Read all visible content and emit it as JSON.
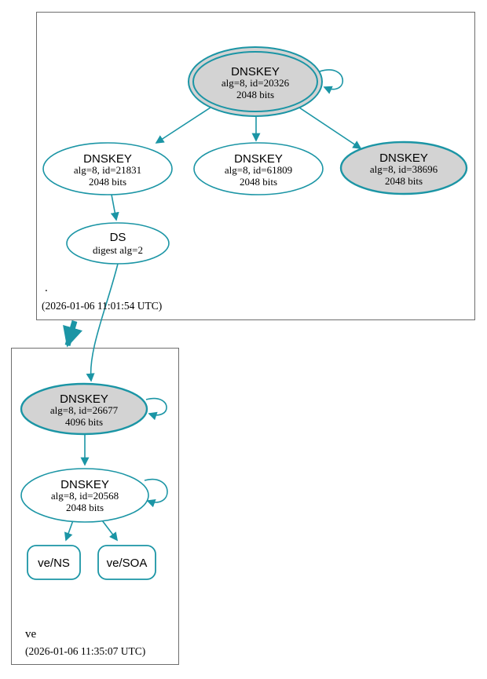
{
  "diagram": {
    "type": "dnssec-authentication-graph",
    "colors": {
      "edge_teal": "#1b95a5",
      "sep_key_fill": "#d3d3d3",
      "zsk_fill": "#ffffff",
      "zone_box_border": "#6e6e6e"
    },
    "zones": {
      "root": {
        "name": ".",
        "timestamp": "(2026-01-06 11:01:54 UTC)"
      },
      "ve": {
        "name": "ve",
        "timestamp": "(2026-01-06 11:35:07 UTC)"
      }
    },
    "nodes": {
      "dnskey_20326": {
        "label": "DNSKEY",
        "detail": "alg=8, id=20326",
        "size": "2048 bits",
        "zone": ".",
        "style": "trust-anchor"
      },
      "dnskey_21831": {
        "label": "DNSKEY",
        "detail": "alg=8, id=21831",
        "size": "2048 bits",
        "zone": ".",
        "style": "zsk"
      },
      "dnskey_61809": {
        "label": "DNSKEY",
        "detail": "alg=8, id=61809",
        "size": "2048 bits",
        "zone": ".",
        "style": "zsk"
      },
      "dnskey_38696": {
        "label": "DNSKEY",
        "detail": "alg=8, id=38696",
        "size": "2048 bits",
        "zone": ".",
        "style": "sep"
      },
      "ds_ve": {
        "label": "DS",
        "detail": "digest alg=2",
        "zone": ".",
        "style": "ds"
      },
      "dnskey_26677": {
        "label": "DNSKEY",
        "detail": "alg=8, id=26677",
        "size": "4096 bits",
        "zone": "ve",
        "style": "sep"
      },
      "dnskey_20568": {
        "label": "DNSKEY",
        "detail": "alg=8, id=20568",
        "size": "2048 bits",
        "zone": "ve",
        "style": "zsk"
      },
      "rrset_ve_ns": {
        "label": "ve/NS",
        "zone": "ve",
        "style": "rrset"
      },
      "rrset_ve_soa": {
        "label": "ve/SOA",
        "zone": "ve",
        "style": "rrset"
      }
    },
    "edges": [
      {
        "from": "dnskey_20326",
        "to": "dnskey_20326",
        "type": "self-signature"
      },
      {
        "from": "dnskey_20326",
        "to": "dnskey_21831",
        "type": "signature"
      },
      {
        "from": "dnskey_20326",
        "to": "dnskey_61809",
        "type": "signature"
      },
      {
        "from": "dnskey_20326",
        "to": "dnskey_38696",
        "type": "signature"
      },
      {
        "from": "dnskey_21831",
        "to": "ds_ve",
        "type": "signature"
      },
      {
        "from": "ds_ve",
        "to": "dnskey_26677",
        "type": "delegation-digest"
      },
      {
        "from": "zone_root",
        "to": "zone_ve",
        "type": "delegation"
      },
      {
        "from": "dnskey_26677",
        "to": "dnskey_26677",
        "type": "self-signature"
      },
      {
        "from": "dnskey_26677",
        "to": "dnskey_20568",
        "type": "signature"
      },
      {
        "from": "dnskey_20568",
        "to": "dnskey_20568",
        "type": "self-signature"
      },
      {
        "from": "dnskey_20568",
        "to": "rrset_ve_ns",
        "type": "signature"
      },
      {
        "from": "dnskey_20568",
        "to": "rrset_ve_soa",
        "type": "signature"
      }
    ]
  }
}
